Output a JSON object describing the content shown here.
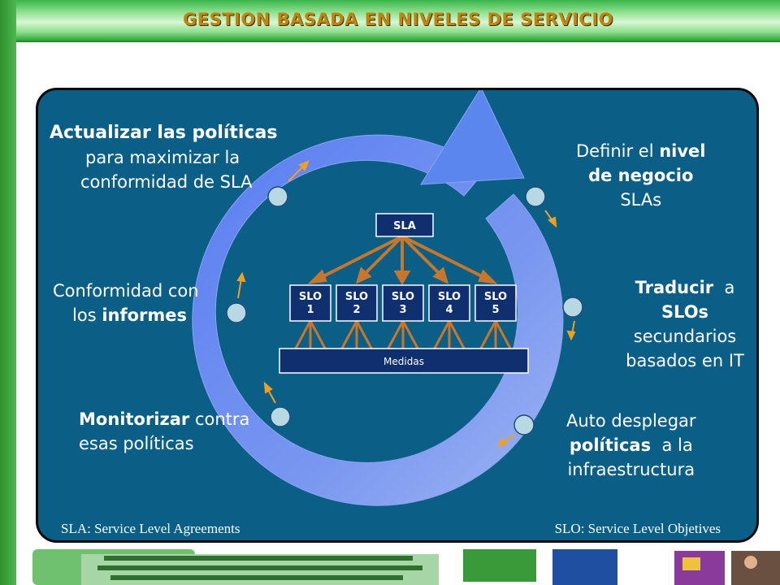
{
  "title": "GESTION BASADA EN NIVELES DE SERVICIO",
  "steps": [
    {
      "id": "actualizar",
      "bold": "Actualizar las políticas",
      "rest": "para maximizar la conformidad de SLA",
      "l1": "para maximizar la",
      "l2": "conformidad de SLA"
    },
    {
      "id": "definir",
      "pre": "Definir el",
      "bold1": "nivel",
      "bold2": "de negocio",
      "post": "SLAs"
    },
    {
      "id": "traducir",
      "bold1": "Traducir",
      "mid": "a",
      "bold2": "SLOs",
      "l3": "secundarios",
      "l4": "basados en IT"
    },
    {
      "id": "auto",
      "l1": "Auto desplegar",
      "bold": "políticas",
      "mid": "a la",
      "l3": "infraestructura"
    },
    {
      "id": "monitorizar",
      "bold": "Monitorizar",
      "post": "contra",
      "l2": "esas políticas"
    },
    {
      "id": "conformidad",
      "l1": "Conformidad con",
      "pre": "los",
      "bold": "informes"
    }
  ],
  "hierarchy": {
    "top": "SLA",
    "slos": [
      {
        "a": "SLO",
        "b": "1"
      },
      {
        "a": "SLO",
        "b": "2"
      },
      {
        "a": "SLO",
        "b": "3"
      },
      {
        "a": "SLO",
        "b": "4"
      },
      {
        "a": "SLO",
        "b": "5"
      }
    ],
    "bottom": "Medidas"
  },
  "footnotes": {
    "left": "SLA: Service Level Agreements",
    "right": "SLO: Service Level Objetives"
  },
  "colors": {
    "panel": "#0b5f86",
    "ring": "#5a7ef2",
    "box": "#0f2f6e",
    "arrow": "#c8762b",
    "title": "#c0860a",
    "green": "#3bb54a"
  }
}
